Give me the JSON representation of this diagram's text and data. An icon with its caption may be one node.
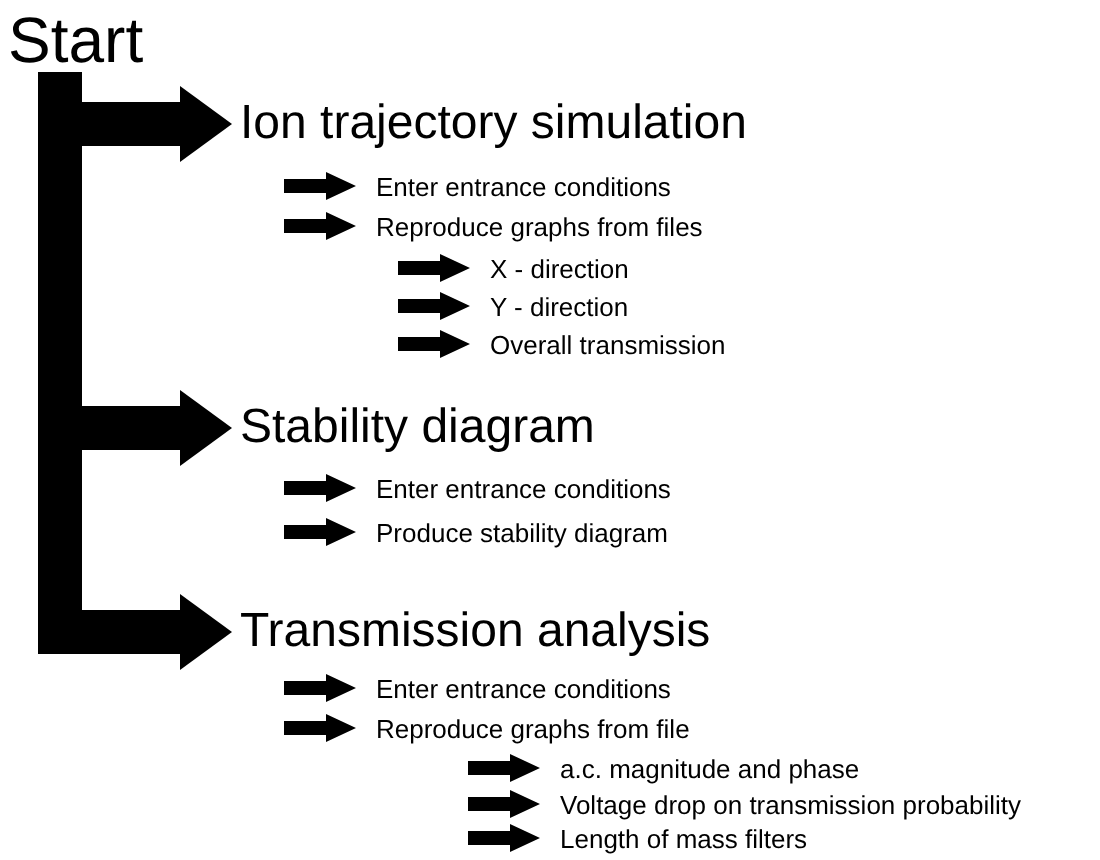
{
  "diagram": {
    "nodes": [
      {
        "text": [
          "Start"
        ]
      },
      {
        "text": [
          "Ion trajectory simulation"
        ]
      },
      {
        "text": [
          "Enter entrance conditions"
        ]
      },
      {
        "text": [
          "Reproduce graphs from files"
        ]
      },
      {
        "text": [
          "X - direction"
        ]
      },
      {
        "text": [
          "Y - direction"
        ]
      },
      {
        "text": [
          "Overall transmission"
        ]
      },
      {
        "text": [
          "Stability diagram"
        ]
      },
      {
        "text": [
          "Enter entrance conditions"
        ]
      },
      {
        "text": [
          "Produce stability diagram"
        ]
      },
      {
        "text": [
          "Transmission analysis"
        ]
      },
      {
        "text": [
          "Enter entrance conditions"
        ]
      },
      {
        "text": [
          "Reproduce graphs from file"
        ]
      },
      {
        "text": [
          "a.c. magnitude and phase"
        ]
      },
      {
        "text": [
          "Voltage drop on transmission probability"
        ]
      },
      {
        "text": [
          "Length of mass filters"
        ]
      }
    ],
    "edges": [
      {
        "from": 0,
        "to": 1,
        "arrow": "to"
      },
      {
        "from": 0,
        "to": 7,
        "arrow": "to"
      },
      {
        "from": 0,
        "to": 10,
        "arrow": "to"
      }
    ]
  }
}
